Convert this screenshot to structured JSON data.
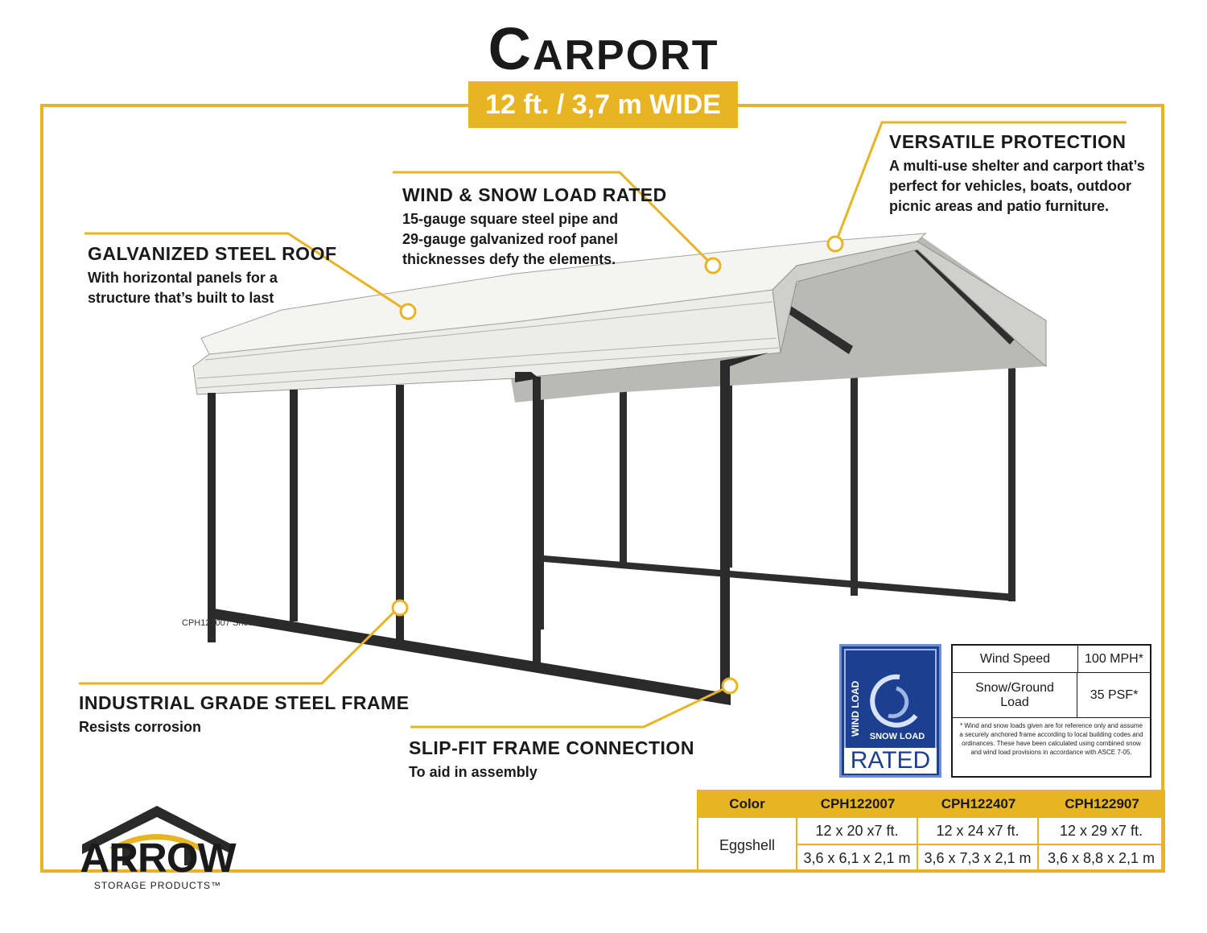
{
  "header": {
    "title": "Carport",
    "subtitle": "12 ft. / 3,7 m WIDE"
  },
  "callouts": {
    "versatile": {
      "title": "VERSATILE PROTECTION",
      "lines": [
        "A multi-use shelter and carport that’s",
        "perfect for vehicles, boats, outdoor",
        "picnic areas and patio furniture."
      ]
    },
    "wind_snow": {
      "title": "WIND & SNOW LOAD RATED",
      "lines": [
        "15-gauge square steel pipe and",
        "29-gauge galvanized roof panel",
        "thicknesses defy the elements."
      ]
    },
    "roof": {
      "title": "GALVANIZED STEEL ROOF",
      "lines": [
        "With horizontal panels for a",
        "structure that’s built to last"
      ]
    },
    "frame": {
      "title": "INDUSTRIAL GRADE STEEL FRAME",
      "lines": [
        "Resists corrosion"
      ]
    },
    "slipfit": {
      "title": "SLIP-FIT FRAME CONNECTION",
      "lines": [
        "To aid in assembly"
      ]
    }
  },
  "model_note": "CPH122007 Shown",
  "badge": {
    "wind_text": "WIND LOAD",
    "snow_text": "SNOW LOAD",
    "rated_text": "RATED"
  },
  "wind_table": {
    "rows": [
      {
        "label": "Wind Speed",
        "value": "100 MPH*"
      },
      {
        "label": "Snow/Ground Load",
        "value": "35 PSF*"
      }
    ],
    "note": "* Wind and snow loads given are for reference only and assume a securely anchored frame according to local building codes and ordinances. These have been calculated using combined snow and wind load provisions in accordance with ASCE 7-05."
  },
  "size_table": {
    "headers": [
      "Color",
      "CPH122007",
      "CPH122407",
      "CPH122907"
    ],
    "color": "Eggshell",
    "imperial": [
      "12 x 20 x7 ft.",
      "12 x 24 x7 ft.",
      "12 x 29 x7 ft."
    ],
    "metric": [
      "3,6 x 6,1 x 2,1 m",
      "3,6 x 7,3 x 2,1 m",
      "3,6 x 8,8 x 2,1 m"
    ]
  },
  "logo": {
    "word": "ARROW",
    "sub": "STORAGE PRODUCTS™"
  },
  "colors": {
    "accent": "#e8b422",
    "frame_steel": "#2b2b2b",
    "roof": "#e3e3e1",
    "badge_blue": "#1d3f8f"
  }
}
